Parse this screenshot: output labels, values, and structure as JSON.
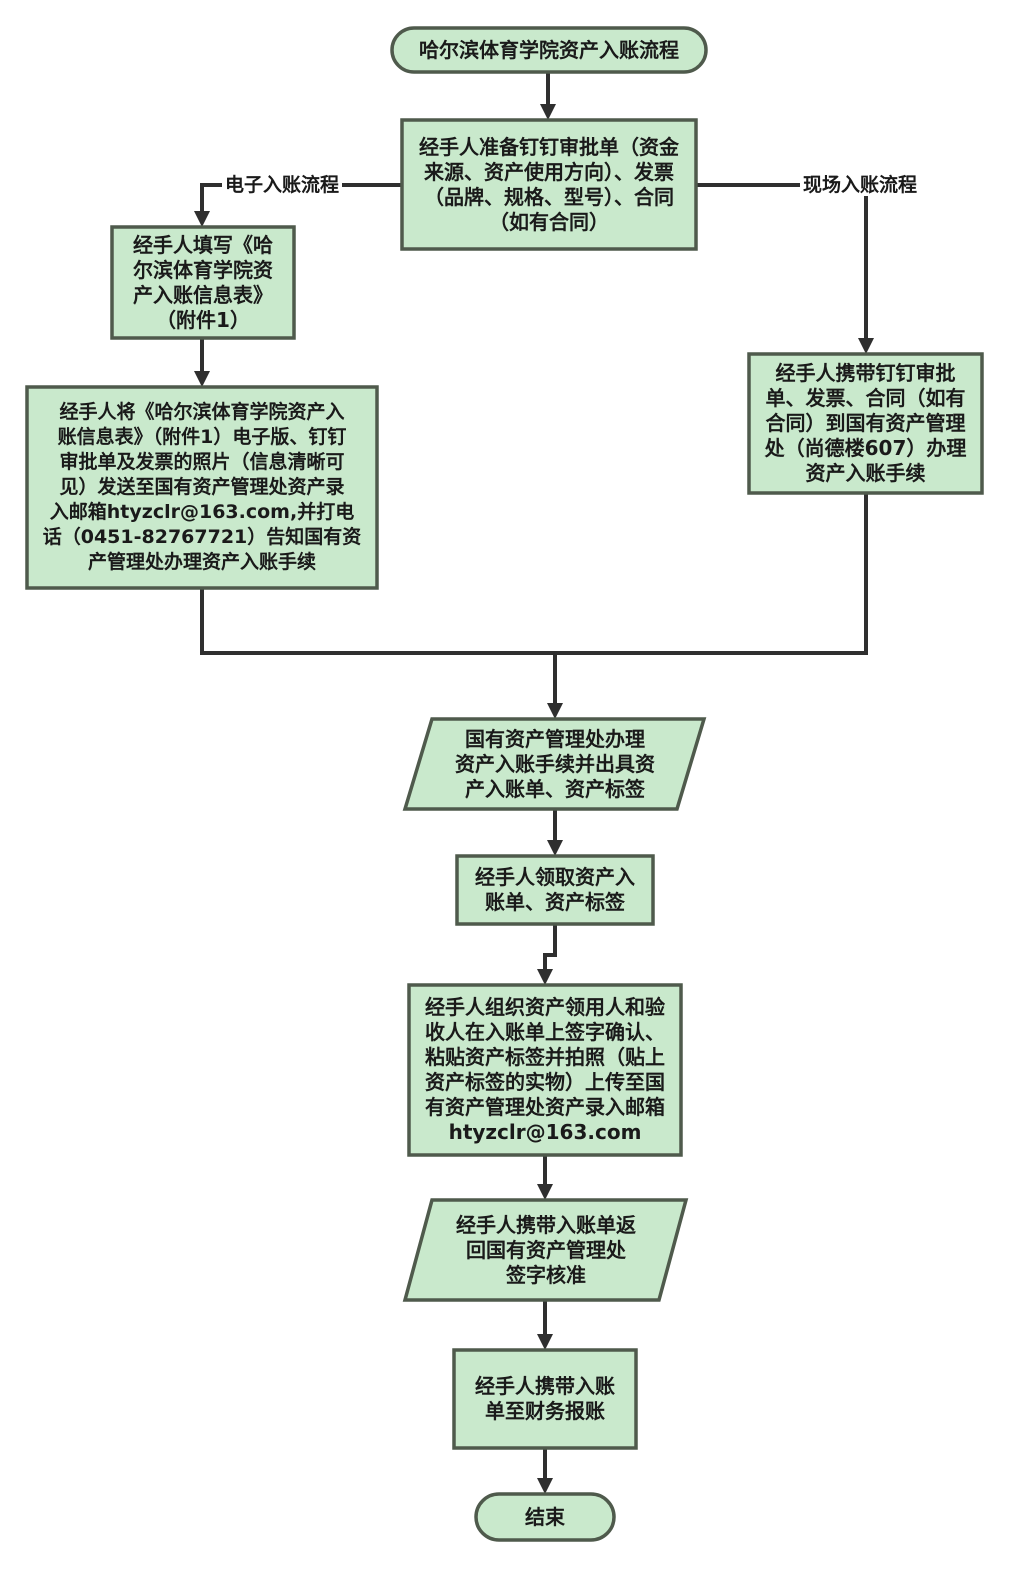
{
  "nodes": {
    "start": "哈尔滨体育学院资产入账流程",
    "prepare": [
      "经手人准备钉钉审批单（资金",
      "来源、资产使用方向）、发票",
      "（品牌、规格、型号）、合同",
      "（如有合同）"
    ],
    "fill_form": [
      "经手人填写《哈",
      "尔滨体育学院资",
      "产入账信息表》",
      "（附件1）"
    ],
    "send_email": [
      "经手人将《哈尔滨体育学院资产入",
      "账信息表》（附件1）电子版、钉钉",
      "审批单及发票的照片（信息清晰可",
      "见）发送至国有资产管理处资产录",
      "入邮箱htyzclr@163.com,并打电",
      "话（0451-82767721）告知国有资",
      "产管理处办理资产入账手续"
    ],
    "onsite": [
      "经手人携带钉钉审批",
      "单、发票、合同（如有",
      "合同）到国有资产管理",
      "处（尚德楼607）办理",
      "资产入账手续"
    ],
    "process": [
      "国有资产管理处办理",
      "资产入账手续并出具资",
      "产入账单、资产标签"
    ],
    "receive": [
      "经手人领取资产入",
      "账单、资产标签"
    ],
    "organize": [
      "经手人组织资产领用人和验",
      "收人在入账单上签字确认、",
      "粘贴资产标签并拍照（贴上",
      "资产标签的实物）上传至国",
      "有资产管理处资产录入邮箱",
      "htyzclr@163.com"
    ],
    "return": [
      "经手人携带入账单返",
      "回国有资产管理处",
      "签字核准"
    ],
    "finance": [
      "经手人携带入账",
      "单至财务报账"
    ],
    "end": "结束"
  },
  "edge_labels": {
    "electronic": "电子入账流程",
    "onsite": "现场入账流程"
  },
  "colors": {
    "node_fill": "#c9e9cc",
    "node_border": "#4f5a4c",
    "connector": "#2f2f2f"
  }
}
